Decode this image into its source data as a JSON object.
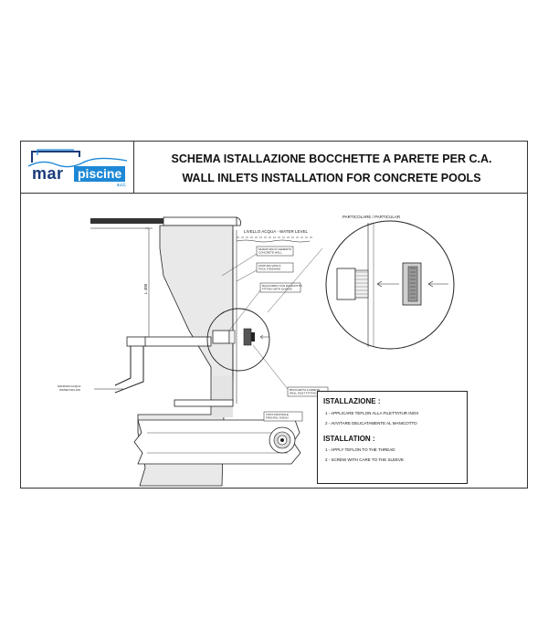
{
  "header": {
    "logo": {
      "brand": "mar",
      "product": "piscine",
      "suffix": "s.r.l."
    },
    "title_it": "SCHEMA ISTALLAZIONE BOCCHETTE A PARETE PER C.A.",
    "title_en": "WALL INLETS INSTALLATION FOR CONCRETE POOLS"
  },
  "drawing": {
    "water_level": "LIVELLO ACQUA - WATER LEVEL",
    "dimension": "L 400",
    "label_concrete": "MURATURA IN CEMENTO\nCONCRETE WALL",
    "label_pool_finish": "FINITURA VASCA\nPOOL FINISHING",
    "label_fitting": "RACCORDO CON MANICOTTO\nFITTING WITH SLEEVE",
    "label_inlet": "BOCCHETTA A PARETE\nWALL INLET FITTING",
    "label_inflow": "MANDATA ACQUA\nWATER INFLOW",
    "label_frontal": "VISTA FRONTALE\nFRONTAL VISION",
    "detail_title": "PARTICOLARE / PARTICULAR"
  },
  "legend": {
    "it_heading": "ISTALLAZIONE :",
    "it_items": [
      "1 - APPLICARE TEFLON ALLA FILETTATUR INOX",
      "2 - AVVITARE DELICATAMENTE AL MANICOTTO"
    ],
    "en_heading": "ISTALLATION :",
    "en_items": [
      "1 - APPLY TEFLON TO THE THREAD",
      "2 - SCREW WITH CARE TO THE SLEEVE"
    ]
  },
  "colors": {
    "brand_dark": "#1a3a7a",
    "brand_blue": "#1e88d6",
    "line": "#222222"
  }
}
